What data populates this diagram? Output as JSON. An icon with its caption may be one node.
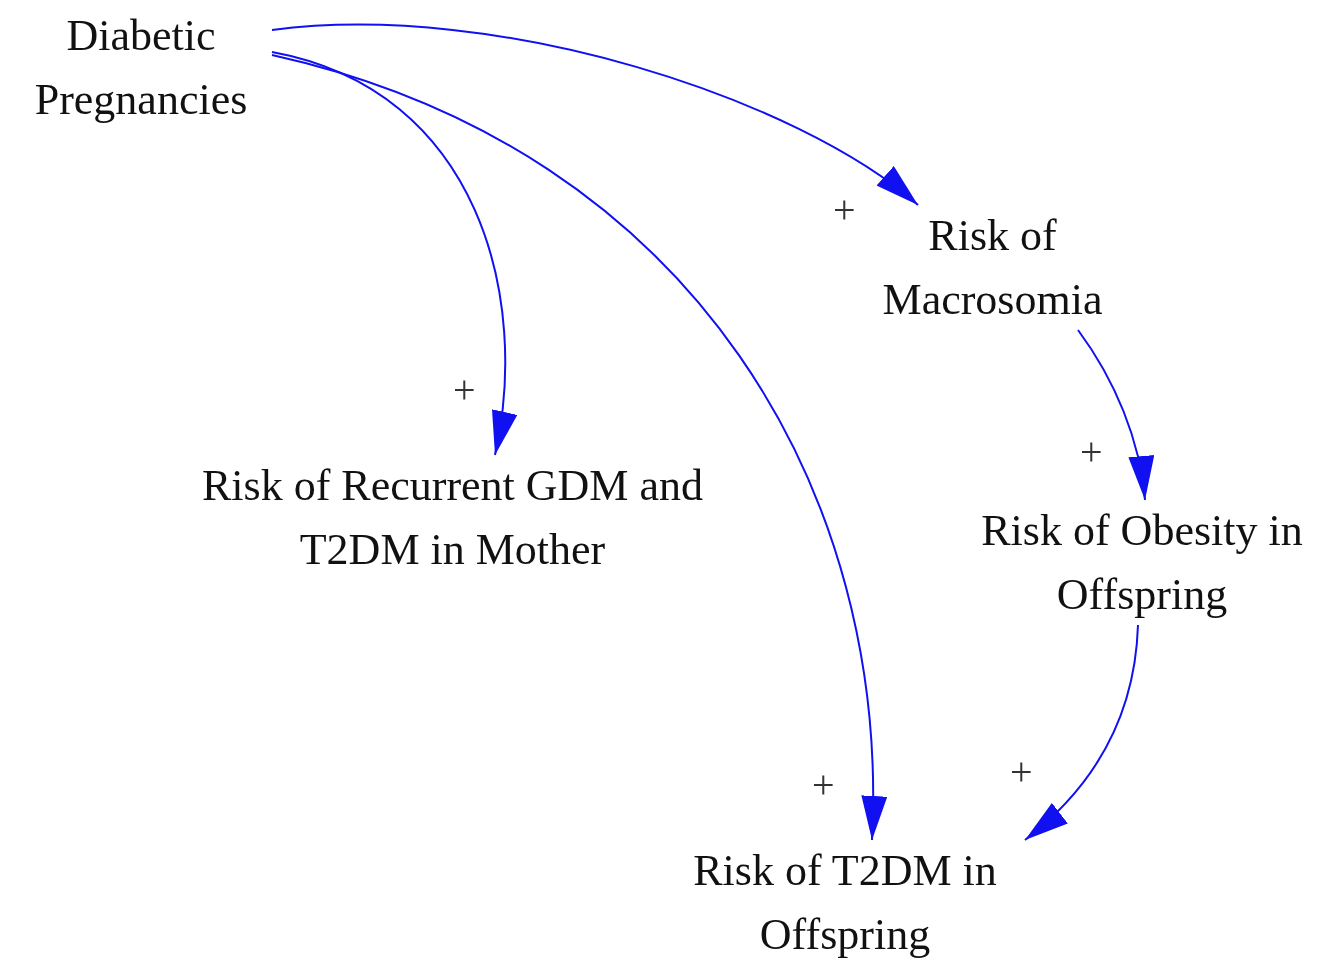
{
  "diagram": {
    "nodes": [
      {
        "text": [
          "Diabetic Pregnancies"
        ]
      },
      {
        "text": [
          "Risk of Macrosomia"
        ]
      },
      {
        "text": [
          "Risk of Recurrent GDM and T2DM in Mother"
        ]
      },
      {
        "text": [
          "Risk of Obesity in Offspring"
        ]
      },
      {
        "text": [
          "Risk of T2DM in Offspring"
        ]
      }
    ],
    "edges": [
      {
        "from": 0,
        "to": 1,
        "arrow": "to",
        "label": "+"
      },
      {
        "from": 0,
        "to": 2,
        "arrow": "to",
        "label": "+"
      },
      {
        "from": 0,
        "to": 4,
        "arrow": "to",
        "label": "+"
      },
      {
        "from": 1,
        "to": 3,
        "arrow": "to",
        "label": "+"
      },
      {
        "from": 3,
        "to": 4,
        "arrow": "to",
        "label": "+"
      }
    ]
  }
}
